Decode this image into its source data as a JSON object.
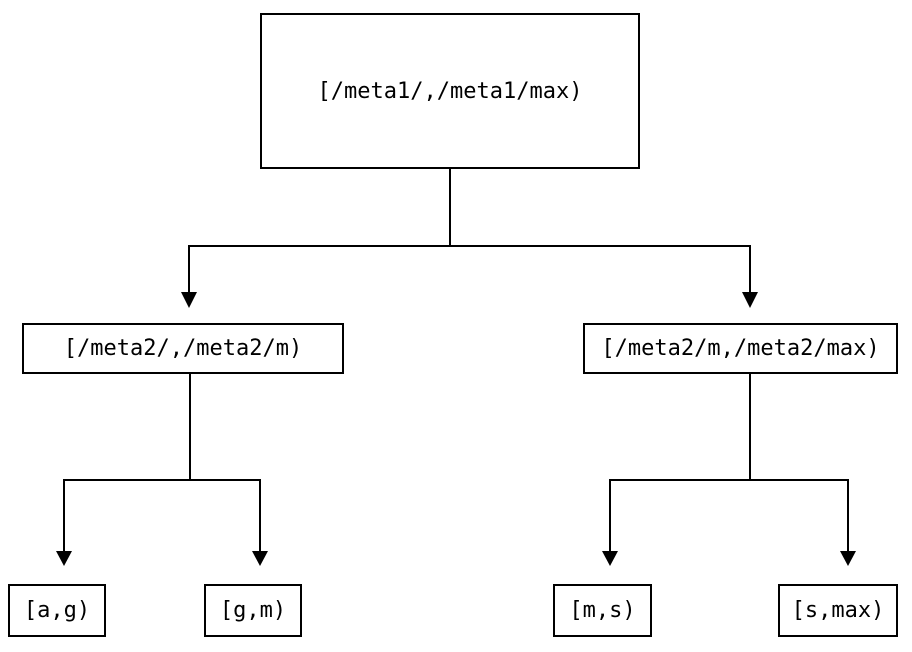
{
  "diagram": {
    "type": "tree",
    "background_color": "#ffffff",
    "line_color": "#000000",
    "box_border_color": "#000000",
    "text_color": "#000000",
    "nodes": {
      "root": {
        "label": "[/meta1/,/meta1/max)"
      },
      "left_child": {
        "label": "[/meta2/,/meta2/m)"
      },
      "right_child": {
        "label": "[/meta2/m,/meta2/max)"
      },
      "leaf_a_g": {
        "label": "[a,g)"
      },
      "leaf_g_m": {
        "label": "[g,m)"
      },
      "leaf_m_s": {
        "label": "[m,s)"
      },
      "leaf_s_max": {
        "label": "[s,max)"
      }
    },
    "edges": [
      {
        "from": "root",
        "to": "left_child"
      },
      {
        "from": "root",
        "to": "right_child"
      },
      {
        "from": "left_child",
        "to": "leaf_a_g"
      },
      {
        "from": "left_child",
        "to": "leaf_g_m"
      },
      {
        "from": "right_child",
        "to": "leaf_m_s"
      },
      {
        "from": "right_child",
        "to": "leaf_s_max"
      }
    ]
  }
}
